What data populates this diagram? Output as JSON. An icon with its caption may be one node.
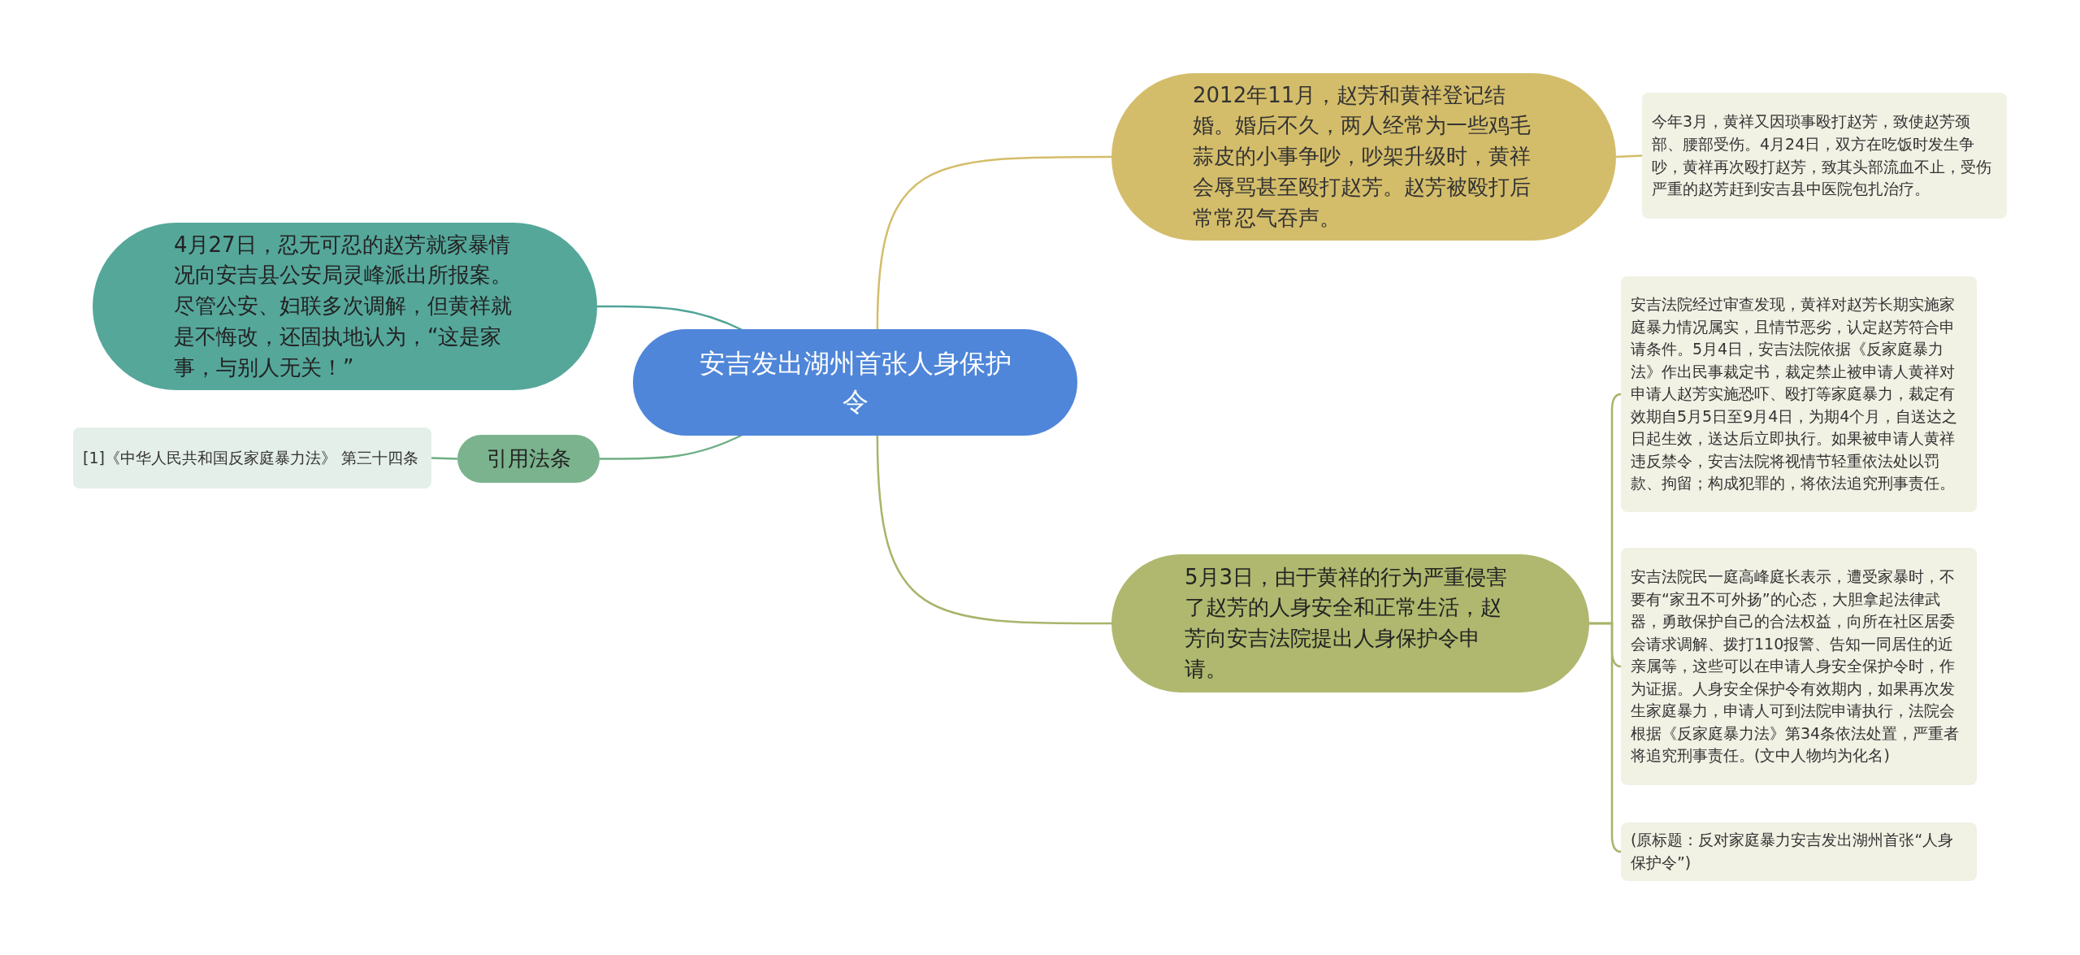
{
  "diagram": {
    "nodes": [
      {
        "text": [
          "安吉发出湖州首张人身保护令"
        ]
      },
      {
        "text": [
          "2012年11月，赵芳和黄祥登记结婚。婚后不久，两人经常为一些鸡毛蒜皮的小事争吵，吵架升级时，黄祥会辱骂甚至殴打赵芳。赵芳被殴打后常常忍气吞声。"
        ]
      },
      {
        "text": [
          "今年3月，黄祥又因琐事殴打赵芳，致使赵芳颈部、腰部受伤。4月24日，双方在吃饭时发生争吵，黄祥再次殴打赵芳，致其头部流血不止，受伤严重的赵芳赶到安吉县中医院包扎治疗。"
        ]
      },
      {
        "text": [
          "4月27日，忍无可忍的赵芳就家暴情况向安吉县公安局灵峰派出所报案。尽管公安、妇联多次调解，但黄祥就是不悔改，还固执地认为，“这是家事，与别人无关！”"
        ]
      },
      {
        "text": [
          "引用法条"
        ]
      },
      {
        "text": [
          "[1]《中华人民共和国反家庭暴力法》 第三十四条"
        ]
      },
      {
        "text": [
          "5月3日，由于黄祥的行为严重侵害了赵芳的人身安全和正常生活，赵芳向安吉法院提出人身保护令申请。"
        ]
      },
      {
        "text": [
          "安吉法院经过审查发现，黄祥对赵芳长期实施家庭暴力情况属实，且情节恶劣，认定赵芳符合申请条件。5月4日，安吉法院依据《反家庭暴力法》作出民事裁定书，裁定禁止被申请人黄祥对申请人赵芳实施恐吓、殴打等家庭暴力，裁定有效期自5月5日至9月4日，为期4个月，自送达之日起生效，送达后立即执行。如果被申请人黄祥违反禁令，安吉法院将视情节轻重依法处以罚款、拘留；构成犯罪的，将依法追究刑事责任。"
        ]
      },
      {
        "text": [
          "安吉法院民一庭高峰庭长表示，遭受家暴时，不要有“家丑不可外扬”的心态，大胆拿起法律武器，勇敢保护自己的合法权益，向所在社区居委会请求调解、拨打110报警、告知一同居住的近亲属等，这些可以在申请人身安全保护令时，作为证据。人身安全保护令有效期内，如果再次发生家庭暴力，申请人可到法院申请执行，法院会根据《反家庭暴力法》第34条依法处置，严重者将追究刑事责任。(文中人物均为化名)"
        ]
      },
      {
        "text": [
          "(原标题：反对家庭暴力安吉发出湖州首张“人身保护令”)"
        ]
      }
    ],
    "edges": [
      {
        "from": 0,
        "to": 1,
        "arrow": "none",
        "color": "#d4bd6a"
      },
      {
        "from": 1,
        "to": 2,
        "arrow": "none",
        "color": "#d4bd6a"
      },
      {
        "from": 0,
        "to": 3,
        "arrow": "none",
        "color": "#4fa397"
      },
      {
        "from": 0,
        "to": 4,
        "arrow": "none",
        "color": "#6fae85"
      },
      {
        "from": 4,
        "to": 5,
        "arrow": "none",
        "color": "#6fae85"
      },
      {
        "from": 0,
        "to": 6,
        "arrow": "none"
      },
      {
        "from": 6,
        "to": 7,
        "arrow": "none"
      },
      {
        "from": 6,
        "to": 8,
        "arrow": "none"
      },
      {
        "from": 6,
        "to": 9,
        "arrow": "none"
      }
    ]
  }
}
